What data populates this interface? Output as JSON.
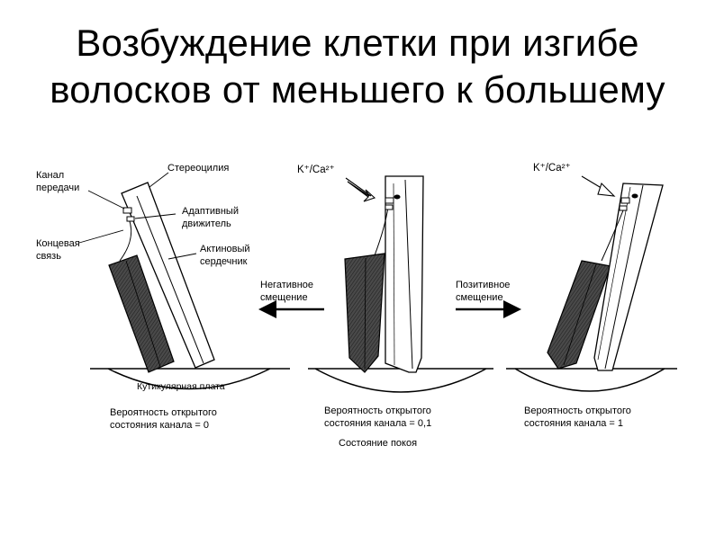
{
  "title": {
    "line1": "Возбуждение клетки при изгибе",
    "line2": "волосков от меньшего к большему"
  },
  "labels": {
    "channel_line1": "Канал",
    "channel_line2": "передачи",
    "stereocilia": "Стереоцилия",
    "motor_line1": "Адаптивный",
    "motor_line2": "движитель",
    "tip_link_line1": "Концевая",
    "tip_link_line2": "связь",
    "actin_line1": "Актиновый",
    "actin_line2": "сердечник",
    "cuticular": "Кутикулярная плата",
    "ion_mid": "K⁺/Ca²⁺",
    "ion_right": "K⁺/Ca²⁺",
    "negative_line1": "Негативное",
    "negative_line2": "смещение",
    "positive_line1": "Позитивное",
    "positive_line2": "смещение"
  },
  "panels": [
    {
      "prob_line1": "Вероятность открытого",
      "prob_line2": "состояния канала = 0",
      "state": ""
    },
    {
      "prob_line1": "Вероятность открытого",
      "prob_line2": "состояния канала = 0,1",
      "state": "Состояние покоя"
    },
    {
      "prob_line1": "Вероятность открытого",
      "prob_line2": "состояния канала = 1",
      "state": ""
    }
  ]
}
